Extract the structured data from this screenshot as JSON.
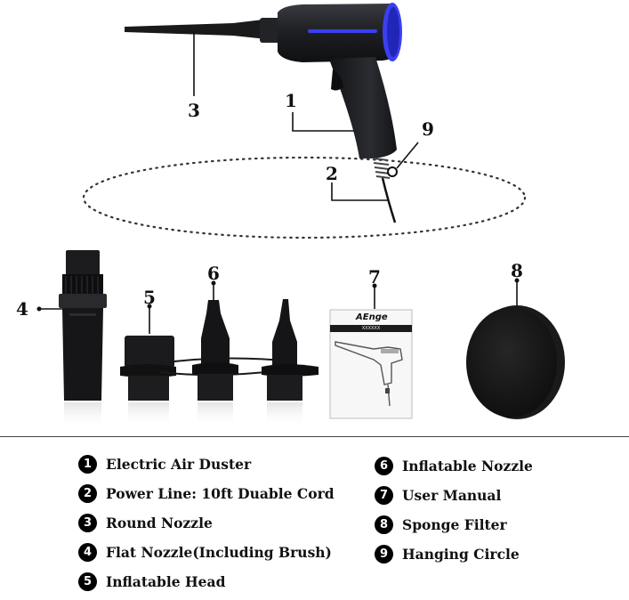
{
  "callouts": [
    "1",
    "2",
    "3",
    "4",
    "5",
    "6",
    "7",
    "8",
    "9"
  ],
  "manual": {
    "brand": "AEnge",
    "model": "XXXXXX"
  },
  "legend": [
    {
      "num": "1",
      "label": "Electric Air Duster"
    },
    {
      "num": "2",
      "label": "Power Line: 10ft Duable Cord"
    },
    {
      "num": "3",
      "label": "Round Nozzle"
    },
    {
      "num": "4",
      "label": "Flat Nozzle(Including Brush)"
    },
    {
      "num": "5",
      "label": "Inflatable Head"
    },
    {
      "num": "6",
      "label": "Inflatable Nozzle"
    },
    {
      "num": "7",
      "label": "User Manual"
    },
    {
      "num": "8",
      "label": "Sponge Filter"
    },
    {
      "num": "9",
      "label": "Hanging Circle"
    }
  ],
  "colors": {
    "accent": "#3b3ff0",
    "device": "#1b1c1f",
    "text": "#111111"
  }
}
